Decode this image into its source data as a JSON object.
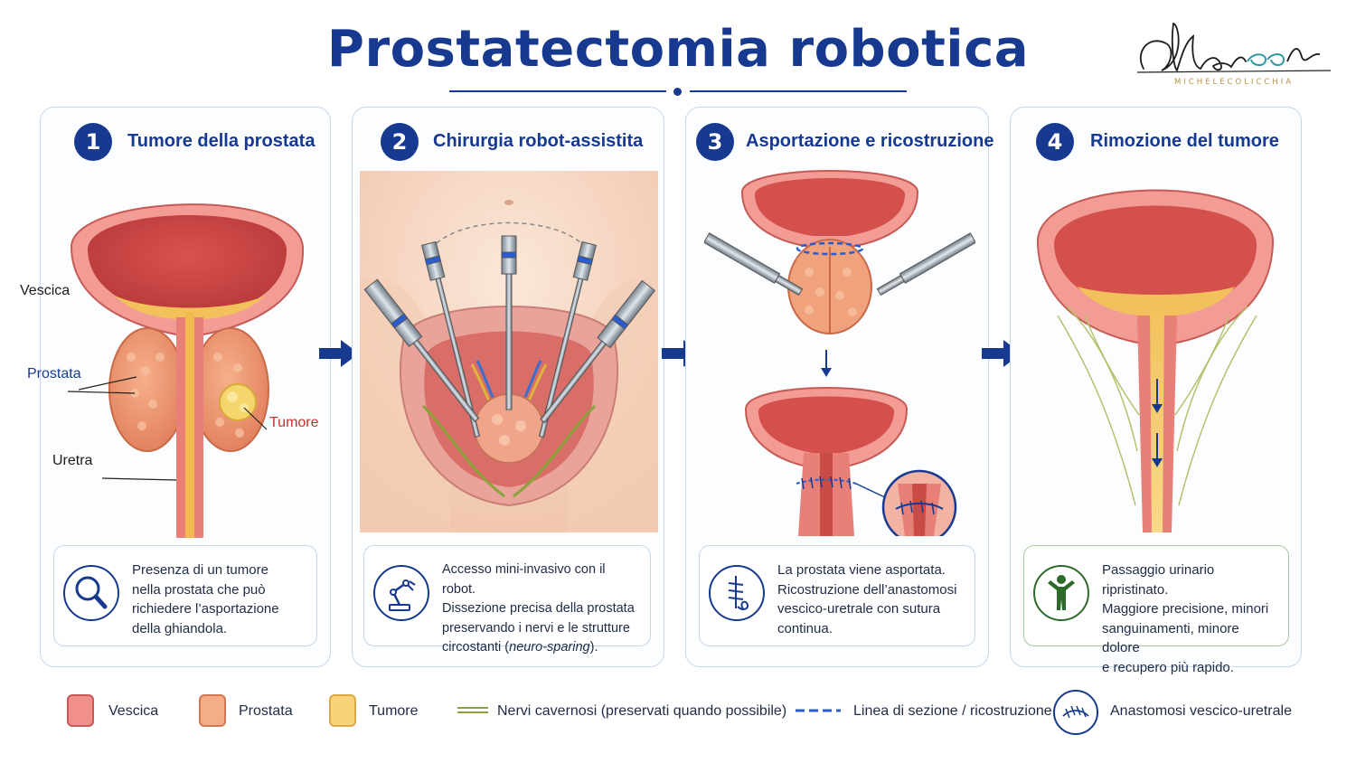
{
  "title": "Prostatectomia robotica",
  "logo": {
    "text": "MICHELECOLICCHIA"
  },
  "colors": {
    "brand": "#17398f",
    "bladder": "#e87b78",
    "prostate": "#f0a27c",
    "tumor": "#f7cf6c",
    "nerve": "#8aa33a",
    "green": "#2e6b2a"
  },
  "steps": [
    {
      "number": "1",
      "title": "Tumore della prostata",
      "labels": {
        "bladder": "Vescica",
        "prostate": "Prostata",
        "tumor": "Tumore",
        "urethra": "Uretra"
      },
      "icon": "magnifier-icon",
      "text": [
        "Presenza di un tumore",
        "nella prostata che può",
        "richiedere l’asportazione",
        "della ghiandola."
      ]
    },
    {
      "number": "2",
      "title": "Chirurgia robot-assistita",
      "icon": "robot-arm-icon",
      "text": [
        "Accesso mini-invasivo con il robot.",
        "Dissezione precisa della prostata",
        "preservando i nervi e le strutture"
      ],
      "text_last_plain": "circostanti (",
      "text_last_italic": "neuro-sparing",
      "text_last_end": ")."
    },
    {
      "number": "3",
      "title": "Asportazione e ricostruzione",
      "icon": "suture-icon",
      "text": [
        "La prostata viene asportata.",
        "Ricostruzione dell’anastomosi",
        "vescico-uretrale con sutura",
        "continua."
      ]
    },
    {
      "number": "4",
      "title": "Rimozione del tumore",
      "icon": "person-icon",
      "text": [
        "Passaggio urinario ripristinato.",
        "Maggiore precisione, minori",
        "sanguinamenti, minore dolore",
        "e recupero più rapido."
      ]
    }
  ],
  "legend": [
    {
      "label": "Vescica",
      "color": "#e87b78"
    },
    {
      "label": "Prostata",
      "color": "#f0a27c"
    },
    {
      "label": "Tumore",
      "color": "#f7cf6c"
    },
    {
      "label": "Nervi cavernosi (preservati quando possibile)",
      "color": "#8aa33a"
    },
    {
      "label": "Linea di sezione / ricostruzione",
      "color": "#2a5bd0"
    },
    {
      "label": "Anastomosi vescico-uretrale",
      "color": "#17398f"
    }
  ]
}
